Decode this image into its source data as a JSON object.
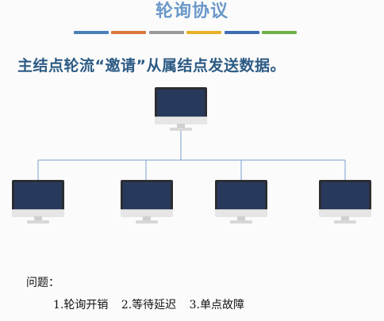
{
  "slide": {
    "title": "轮询协议",
    "heading": "主结点轮流“邀请”从属结点发送数据。",
    "color_bar": [
      "#4a7fb8",
      "#d9773a",
      "#9a9a9a",
      "#e8b228",
      "#3f6db2",
      "#6db048"
    ]
  },
  "diagram": {
    "master": {
      "label": ""
    },
    "slaves": [
      {},
      {},
      {},
      {}
    ],
    "line_color": "#7a9fd0"
  },
  "problems": {
    "label": "问题：",
    "items": [
      "1.轮询开销",
      "2.等待延迟",
      "3.单点故障"
    ]
  }
}
